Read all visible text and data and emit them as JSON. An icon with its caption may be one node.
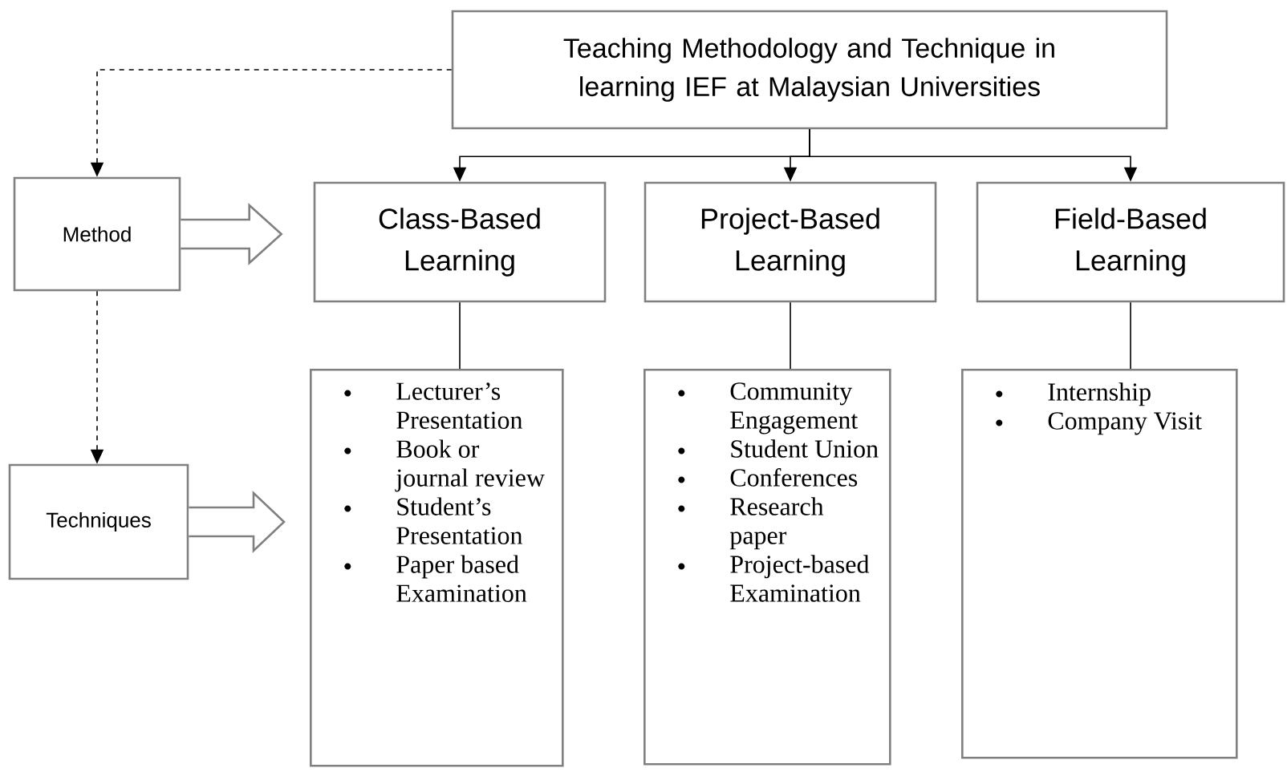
{
  "diagram": {
    "nodes": [
      {
        "text": [
          "Teaching Methodology and Technique in learning IEF at Malaysian Universities"
        ]
      },
      {
        "text": [
          "Method"
        ]
      },
      {
        "text": [
          "Class-Based Learning"
        ]
      },
      {
        "text": [
          "Project-Based Learning"
        ]
      },
      {
        "text": [
          "Field-Based Learning"
        ]
      },
      {
        "text": [
          "Techniques"
        ]
      },
      {
        "text": [
          "Lecturer’s Presentation",
          "Book or journal review",
          "Student’s Presentation",
          "Paper based Examination"
        ]
      },
      {
        "text": [
          "Community Engagement",
          "Student Union",
          "Conferences",
          "Research paper",
          "Project-based Examination"
        ]
      },
      {
        "text": [
          "Internship",
          "Company Visit"
        ]
      }
    ],
    "edges": [
      {
        "from": 0,
        "to": 1,
        "arrow": "to",
        "style": "dashed"
      },
      {
        "from": 1,
        "to": 5,
        "arrow": "to",
        "style": "dashed"
      },
      {
        "from": 1,
        "to": 2,
        "arrow": "to"
      },
      {
        "from": 5,
        "to": 6,
        "arrow": "to"
      },
      {
        "from": 0,
        "to": 2,
        "arrow": "to"
      },
      {
        "from": 0,
        "to": 3,
        "arrow": "to"
      },
      {
        "from": 0,
        "to": 4,
        "arrow": "to"
      },
      {
        "from": 2,
        "to": 6,
        "arrow": "none"
      },
      {
        "from": 3,
        "to": 7,
        "arrow": "none"
      },
      {
        "from": 4,
        "to": 8,
        "arrow": "none"
      }
    ]
  }
}
